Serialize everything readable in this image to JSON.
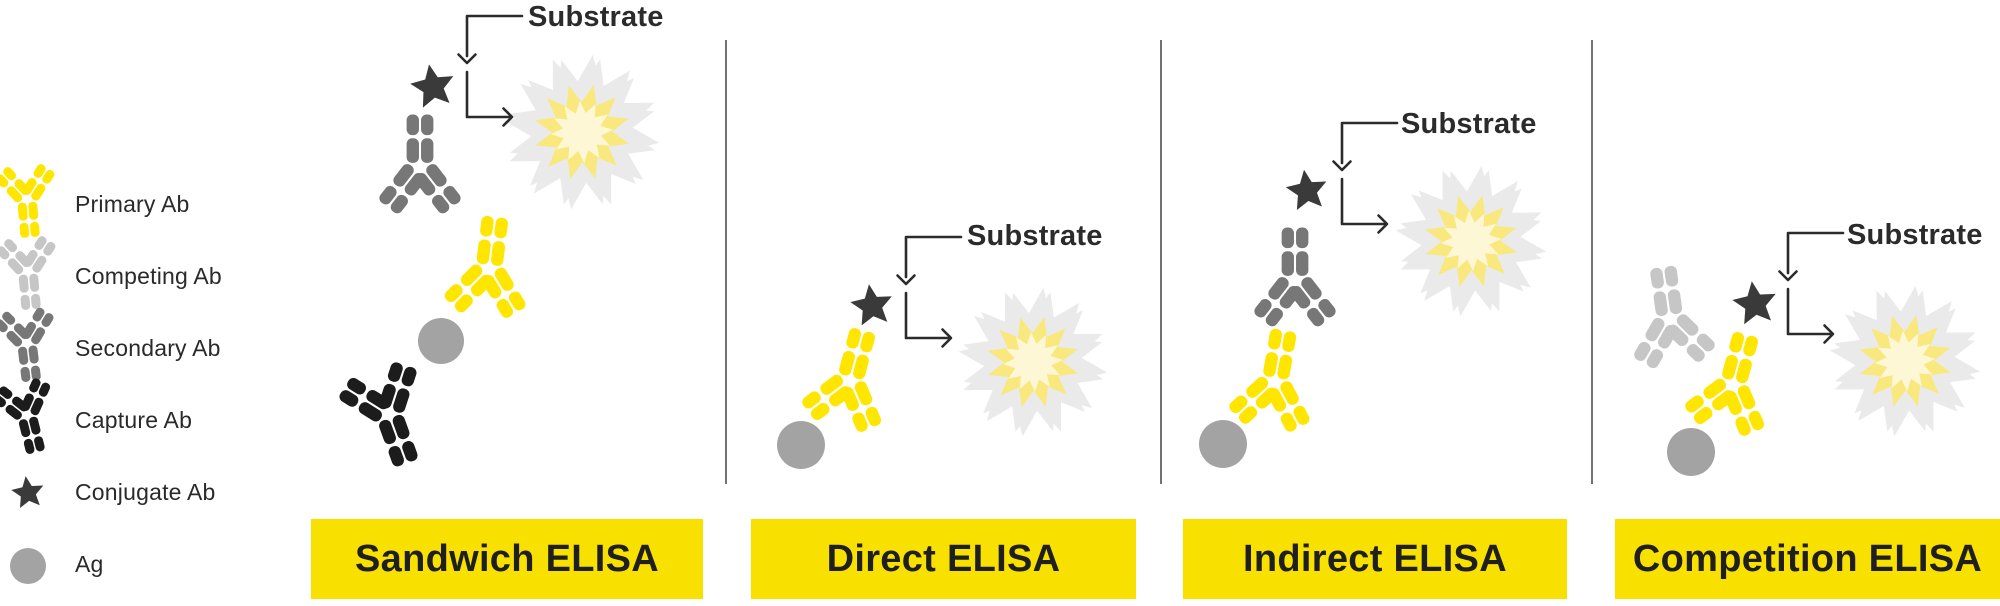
{
  "legend": {
    "items": [
      {
        "id": "primary-ab",
        "label": "Primary Ab"
      },
      {
        "id": "competing-ab",
        "label": "Competing Ab"
      },
      {
        "id": "secondary-ab",
        "label": "Secondary Ab"
      },
      {
        "id": "capture-ab",
        "label": "Capture Ab"
      },
      {
        "id": "conjugate-ab",
        "label": "Conjugate Ab"
      },
      {
        "id": "antigen",
        "label": "Ag"
      }
    ]
  },
  "panels": [
    {
      "id": "sandwich",
      "title": "Sandwich ELISA",
      "substrate_label": "Substrate"
    },
    {
      "id": "direct",
      "title": "Direct ELISA",
      "substrate_label": "Substrate"
    },
    {
      "id": "indirect",
      "title": "Indirect ELISA",
      "substrate_label": "Substrate"
    },
    {
      "id": "competition",
      "title": "Competition ELISA",
      "substrate_label": "Substrate"
    }
  ],
  "colors": {
    "primary_yellow": "#FFE600",
    "competing_gray": "#C6C6C6",
    "secondary_gray": "#777777",
    "capture_black": "#1C1C1C",
    "conjugate_dark": "#3A3A3A",
    "antigen_gray": "#A3A3A3",
    "burst_outer": "#EAEAEA",
    "burst_mid": "#F8E87E",
    "burst_inner": "#FDF7D6",
    "title_box_yellow": "#F8E100",
    "line_dark": "#2B2B2B",
    "text_dark": "#2A2A2A"
  }
}
